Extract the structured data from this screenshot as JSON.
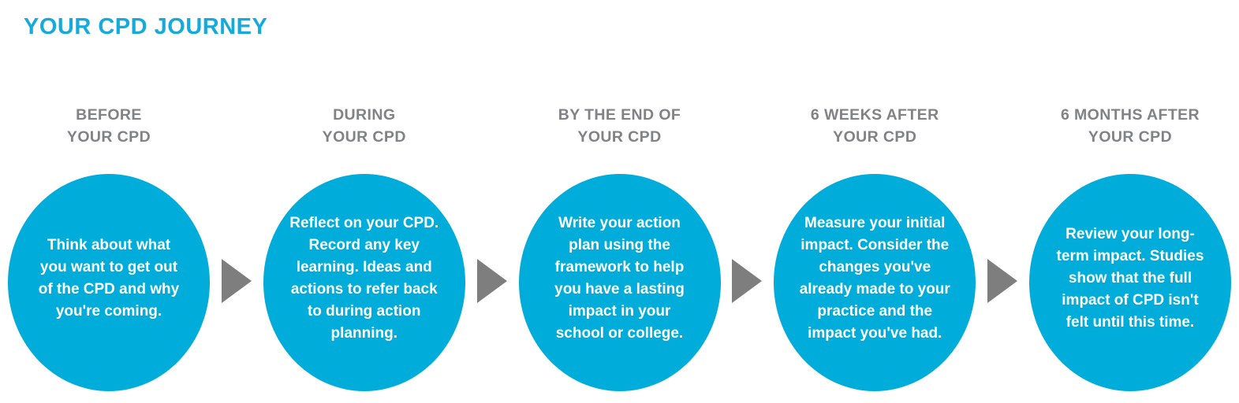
{
  "page": {
    "title": "YOUR CPD JOURNEY"
  },
  "colors": {
    "accent_cyan": "#14aadb",
    "circle_cyan": "#00acd9",
    "heading_gray": "#808285",
    "arrow_gray": "#7e7e7e",
    "circle_text": "#ffffff"
  },
  "stages": [
    {
      "heading": "BEFORE\nYOUR CPD",
      "body": "Think about what\nyou want to get out\nof the CPD and why\nyou're coming."
    },
    {
      "heading": "DURING\nYOUR CPD",
      "body": "Reflect on your CPD.\nRecord any key\nlearning. Ideas and\nactions to refer back\nto during action\nplanning."
    },
    {
      "heading": "BY THE END OF\nYOUR CPD",
      "body": "Write your action\nplan using the\nframework to help\nyou have a lasting\nimpact in your\nschool or college."
    },
    {
      "heading": "6 WEEKS AFTER\nYOUR CPD",
      "body": "Measure your initial\nimpact. Consider the\nchanges you've\nalready made to your\npractice and the\nimpact you've had."
    },
    {
      "heading": "6 MONTHS AFTER\nYOUR CPD",
      "body": "Review your long-\nterm impact. Studies\nshow that the full\nimpact of CPD isn't\nfelt until this time."
    }
  ]
}
